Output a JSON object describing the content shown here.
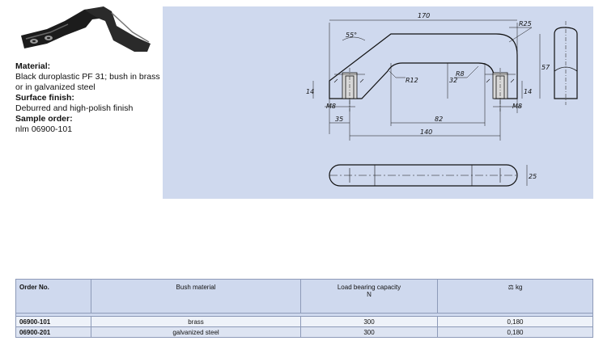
{
  "specs": {
    "material_heading": "Material:",
    "material_text": "Black duroplastic PF 31; bush in brass or in galvanized steel",
    "surface_heading": "Surface finish:",
    "surface_text": "Deburred and high-polish finish",
    "sample_heading": "Sample order:",
    "sample_text": "nlm 06900-101"
  },
  "drawing": {
    "dim_170": "170",
    "dim_r25": "R25",
    "dim_55": "55°",
    "dim_57": "57",
    "dim_14_left": "14",
    "dim_14_right": "14",
    "dim_r12": "R12",
    "dim_32": "32",
    "dim_r8": "R8",
    "dim_m8_left": "M8",
    "dim_m8_right": "M8",
    "dim_35": "35",
    "dim_82": "82",
    "dim_140": "140",
    "dim_25": "25"
  },
  "table": {
    "headers": {
      "order_no": "Order No.",
      "bush_material": "Bush material",
      "load_capacity": "Load bearing capacity",
      "load_unit": "N",
      "weight": "kg"
    },
    "rows": [
      {
        "order_no": "06900-101",
        "bush_material": "brass",
        "load": "300",
        "weight": "0,180"
      },
      {
        "order_no": "06900-201",
        "bush_material": "galvanized steel",
        "load": "300",
        "weight": "0,180"
      }
    ]
  }
}
